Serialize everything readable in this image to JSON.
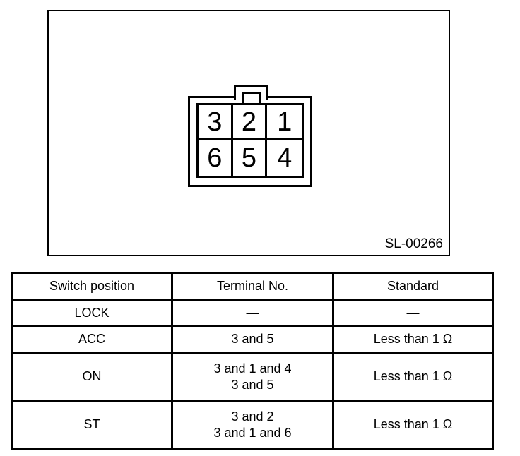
{
  "diagram": {
    "connector": {
      "pins_top": [
        "3",
        "2",
        "1"
      ],
      "pins_bottom": [
        "6",
        "5",
        "4"
      ]
    },
    "figure_label": "SL-00266"
  },
  "table": {
    "headers": [
      "Switch position",
      "Terminal No.",
      "Standard"
    ],
    "rows": [
      {
        "position": "LOCK",
        "terminals": [
          "—"
        ],
        "standard": "—"
      },
      {
        "position": "ACC",
        "terminals": [
          "3 and 5"
        ],
        "standard": "Less than 1 Ω"
      },
      {
        "position": "ON",
        "terminals": [
          "3 and 1 and 4",
          "3 and 5"
        ],
        "standard": "Less than 1 Ω"
      },
      {
        "position": "ST",
        "terminals": [
          "3 and 2",
          "3 and 1 and 6"
        ],
        "standard": "Less than 1 Ω"
      }
    ]
  },
  "colors": {
    "line": "#000000",
    "background": "#ffffff"
  }
}
